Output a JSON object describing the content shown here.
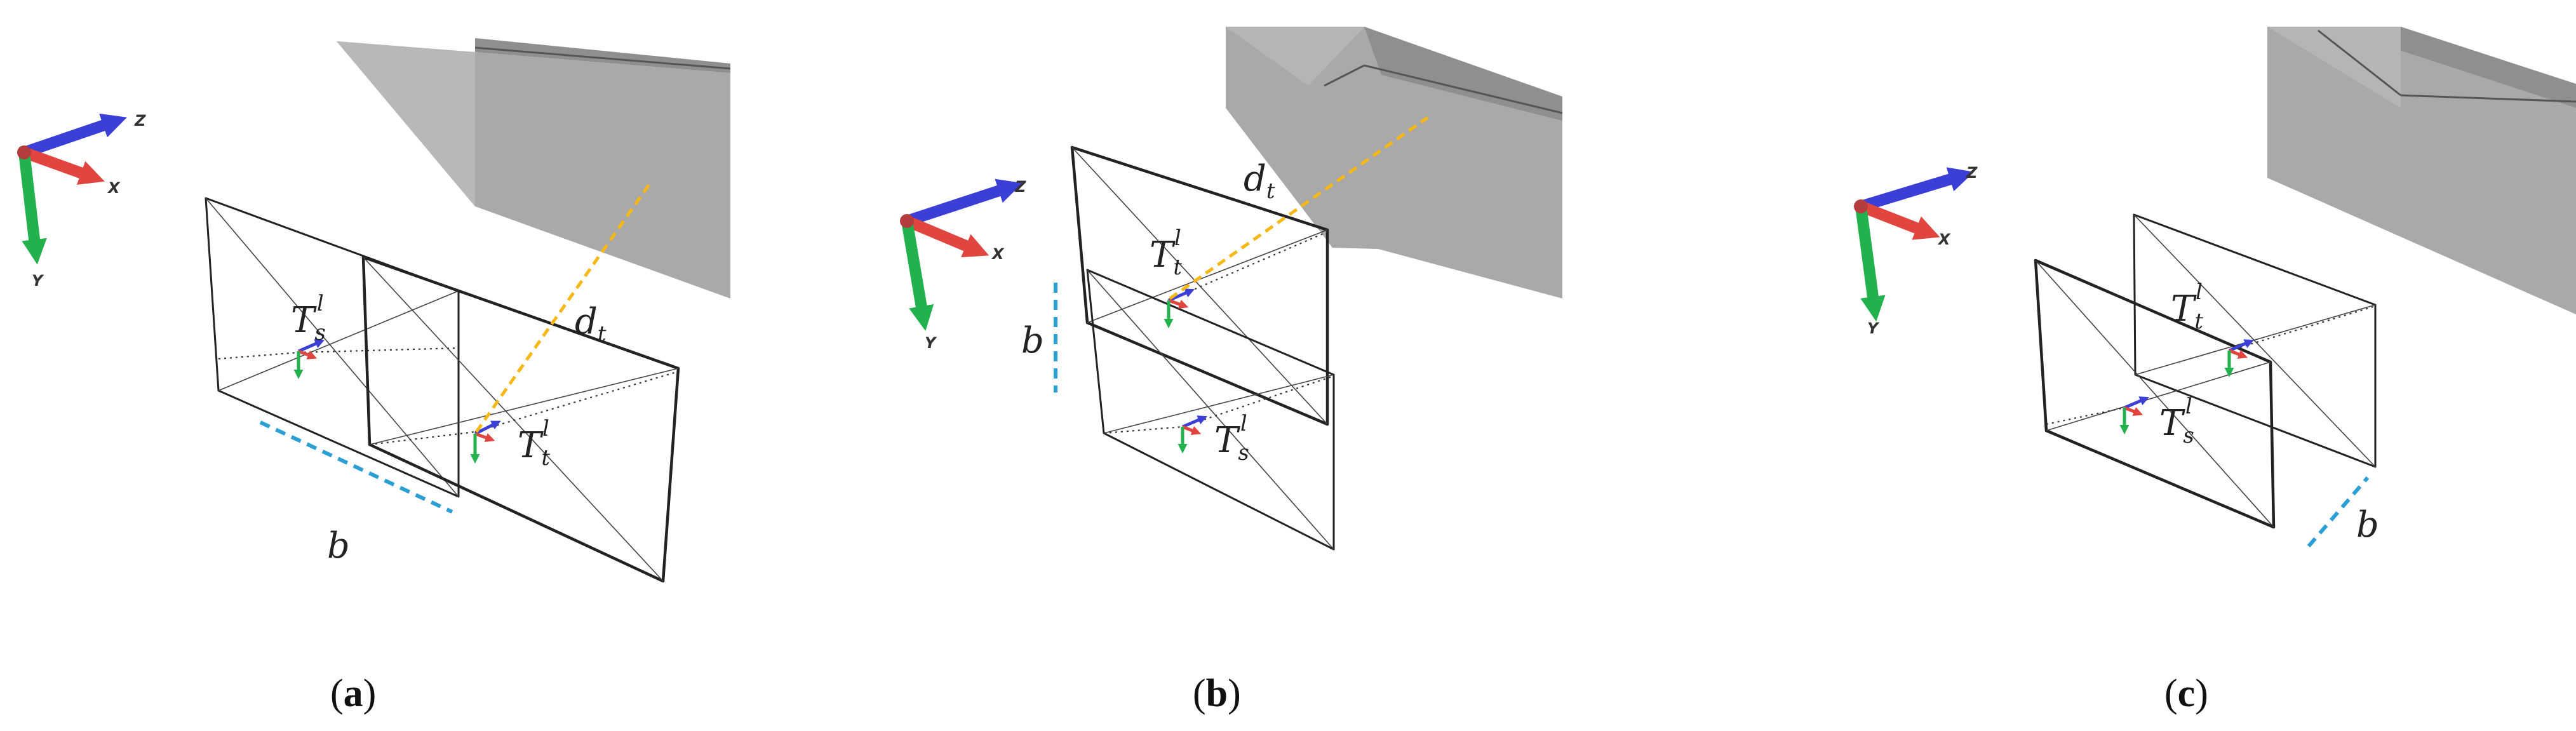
{
  "figure": {
    "panels": [
      {
        "id": "a",
        "label_open": "(",
        "label_letter": "a",
        "label_close": ")",
        "source_frame": "T",
        "source_sub": "s",
        "source_sup": "l",
        "target_frame": "T",
        "target_sub": "t",
        "target_sup": "l",
        "distance_symbol": "d",
        "distance_sub": "t",
        "baseline_symbol": "b",
        "axes": {
          "z": "Z",
          "x": "X",
          "y": "Y"
        }
      },
      {
        "id": "b",
        "label_open": "(",
        "label_letter": "b",
        "label_close": ")",
        "target_frame": "T",
        "target_sub": "t",
        "target_sup": "l",
        "source_frame": "T",
        "source_sub": "s",
        "source_sup": "l",
        "distance_symbol": "d",
        "distance_sub": "t",
        "baseline_symbol": "b",
        "axes": {
          "z": "Z",
          "x": "X",
          "y": "Y"
        }
      },
      {
        "id": "c",
        "label_open": "(",
        "label_letter": "c",
        "label_close": ")",
        "target_frame": "T",
        "target_sub": "t",
        "target_sup": "l",
        "source_frame": "T",
        "source_sub": "s",
        "source_sup": "l",
        "baseline_symbol": "b",
        "axes": {
          "z": "Z",
          "x": "X",
          "y": "Y"
        }
      }
    ],
    "colors": {
      "axis_z": "#3b3fd6",
      "axis_x": "#e0453f",
      "axis_y": "#23b14d",
      "ray": "#f5b816",
      "baseline": "#2b9fd4",
      "object_fill": "#a8a8a8"
    }
  }
}
